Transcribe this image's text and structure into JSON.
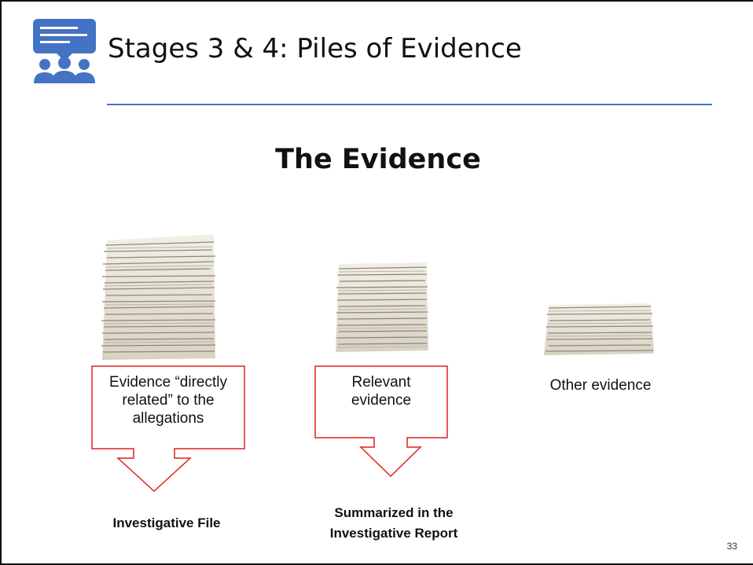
{
  "slide": {
    "title": "Stages 3 & 4:  Piles of Evidence",
    "heading": "The Evidence",
    "page_number": "33",
    "accent_color": "#4472c4",
    "callout_color": "#e0201b",
    "logo_icon": "people-discussion-icon"
  },
  "piles": [
    {
      "icon": "paper-stack-icon",
      "size": "large",
      "label": "Evidence “directly related” to the allegations",
      "result": "Investigative File"
    },
    {
      "icon": "paper-stack-icon",
      "size": "medium",
      "label": "Relevant evidence",
      "result": "Summarized in the Investigative Report"
    },
    {
      "icon": "paper-stack-icon",
      "size": "small",
      "label": "Other evidence",
      "result": ""
    }
  ]
}
